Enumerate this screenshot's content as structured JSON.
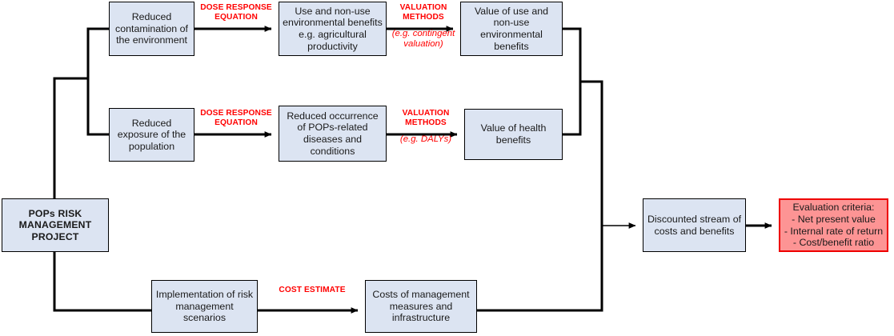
{
  "diagram": {
    "title": "POPs Risk Management Project cost-benefit analysis flowchart",
    "colors": {
      "box_fill": "#dce4f2",
      "box_border": "#000000",
      "result_fill": "#fd9494",
      "result_border": "#ee0000",
      "label_text": "#ff0000",
      "connector": "#000000",
      "background": "#ffffff"
    },
    "nodes": [
      {
        "id": "pops-project",
        "text": "POPs RISK\nMANAGEMENT\nPROJECT",
        "style": "bold"
      },
      {
        "id": "reduced-contamination",
        "text": "Reduced\ncontamination of\nthe environment",
        "style": "normal"
      },
      {
        "id": "use-nonuse-benefits",
        "text": "Use and non-use\nenvironmental benefits\ne.g. agricultural\nproductivity",
        "style": "normal"
      },
      {
        "id": "value-environmental-benefits",
        "text": "Value of use and\nnon-use\nenvironmental\nbenefits",
        "style": "normal"
      },
      {
        "id": "reduced-exposure",
        "text": "Reduced\nexposure of the\npopulation",
        "style": "normal"
      },
      {
        "id": "reduced-occurrence",
        "text": "Reduced occurrence\nof POPs-related\ndiseases and\nconditions",
        "style": "normal"
      },
      {
        "id": "value-health-benefits",
        "text": "Value of health\nbenefits",
        "style": "normal"
      },
      {
        "id": "implementation-scenarios",
        "text": "Implementation of risk\nmanagement\nscenarios",
        "style": "normal"
      },
      {
        "id": "costs-management",
        "text": "Costs of management\nmeasures and\ninfrastructure",
        "style": "normal"
      },
      {
        "id": "discounted-stream",
        "text": "Discounted stream of\ncosts and benefits",
        "style": "normal"
      },
      {
        "id": "evaluation-criteria",
        "text": "Evaluation criteria:\n- Net present value\n- Internal rate of return\n- Cost/benefit ratio",
        "style": "result"
      }
    ],
    "edge_labels": [
      {
        "id": "dose-response-top",
        "text": "DOSE RESPONSE\nEQUATION",
        "style": "bold"
      },
      {
        "id": "valuation-methods-top",
        "text": "VALUATION\nMETHODS",
        "style": "bold"
      },
      {
        "id": "contingent-valuation",
        "text": "(e.g. contingent\nvaluation)",
        "style": "italic"
      },
      {
        "id": "dose-response-mid",
        "text": "DOSE RESPONSE\nEQUATION",
        "style": "bold"
      },
      {
        "id": "valuation-methods-mid",
        "text": "VALUATION\nMETHODS",
        "style": "bold"
      },
      {
        "id": "dalys",
        "text": "(e.g. DALYs)",
        "style": "italic"
      },
      {
        "id": "cost-estimate",
        "text": "COST ESTIMATE",
        "style": "bold"
      }
    ]
  }
}
